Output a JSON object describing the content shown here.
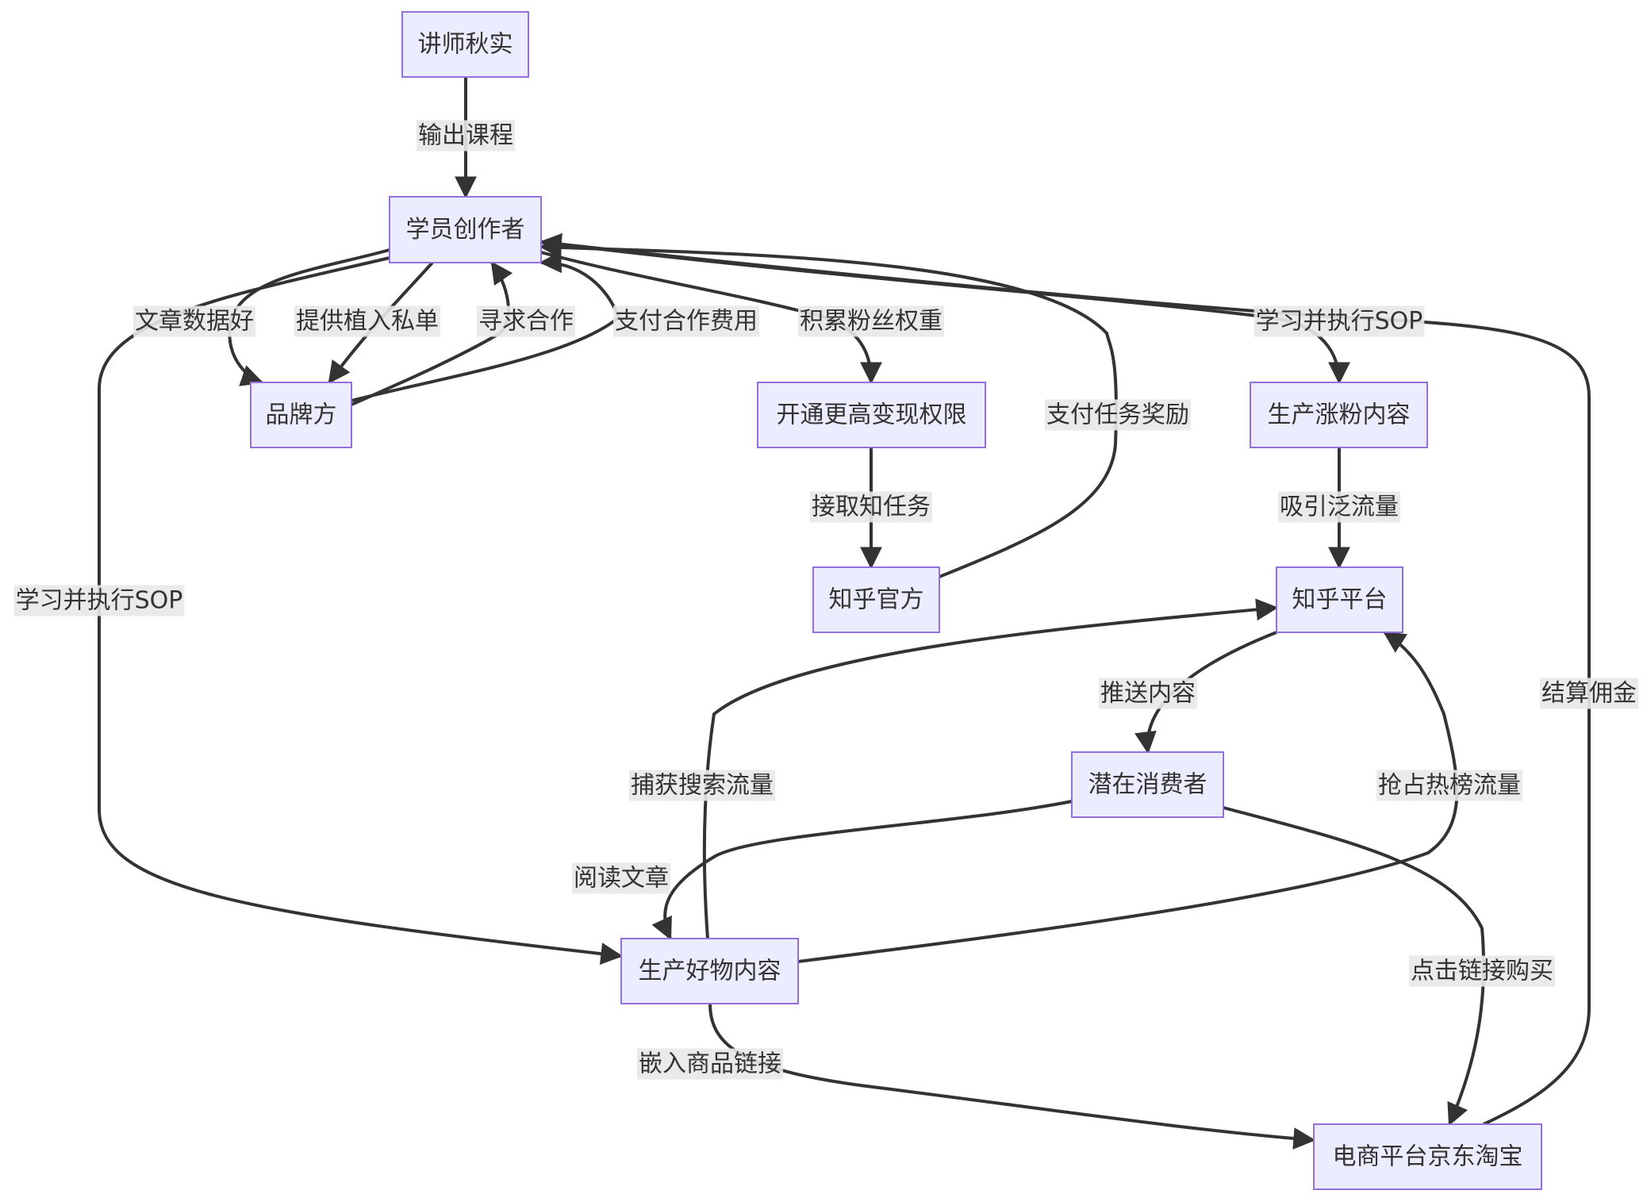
{
  "nodes": [
    {
      "id": "lecturer",
      "label": "讲师秋实"
    },
    {
      "id": "creator",
      "label": "学员创作者"
    },
    {
      "id": "brand",
      "label": "品牌方"
    },
    {
      "id": "monetize",
      "label": "开通更高变现权限"
    },
    {
      "id": "zhihu_official",
      "label": "知乎官方"
    },
    {
      "id": "fan_content",
      "label": "生产涨粉内容"
    },
    {
      "id": "zhihu_platform",
      "label": "知乎平台"
    },
    {
      "id": "consumer",
      "label": "潜在消费者"
    },
    {
      "id": "goods_content",
      "label": "生产好物内容"
    },
    {
      "id": "ecommerce",
      "label": "电商平台京东淘宝"
    }
  ],
  "edges": [
    {
      "id": "e1",
      "from": "lecturer",
      "to": "creator",
      "label": "输出课程"
    },
    {
      "id": "e2",
      "from": "creator",
      "to": "brand",
      "label": "文章数据好"
    },
    {
      "id": "e3",
      "from": "creator",
      "to": "brand",
      "label": "提供植入私单"
    },
    {
      "id": "e4",
      "from": "brand",
      "to": "creator",
      "label": "寻求合作"
    },
    {
      "id": "e5",
      "from": "brand",
      "to": "creator",
      "label": "支付合作费用"
    },
    {
      "id": "e6",
      "from": "creator",
      "to": "monetize",
      "label": "积累粉丝权重"
    },
    {
      "id": "e7",
      "from": "monetize",
      "to": "zhihu_official",
      "label": "接取知任务"
    },
    {
      "id": "e8",
      "from": "zhihu_official",
      "to": "creator",
      "label": "支付任务奖励"
    },
    {
      "id": "e9",
      "from": "creator",
      "to": "fan_content",
      "label": "学习并执行SOP"
    },
    {
      "id": "e10",
      "from": "fan_content",
      "to": "zhihu_platform",
      "label": "吸引泛流量"
    },
    {
      "id": "e11",
      "from": "creator",
      "to": "goods_content",
      "label": "学习并执行SOP"
    },
    {
      "id": "e12",
      "from": "zhihu_platform",
      "to": "consumer",
      "label": "推送内容"
    },
    {
      "id": "e13",
      "from": "goods_content",
      "to": "zhihu_platform",
      "label": "捕获搜索流量"
    },
    {
      "id": "e14",
      "from": "goods_content",
      "to": "zhihu_platform",
      "label": "抢占热榜流量"
    },
    {
      "id": "e15",
      "from": "consumer",
      "to": "goods_content",
      "label": "阅读文章"
    },
    {
      "id": "e16",
      "from": "consumer",
      "to": "ecommerce",
      "label": "点击链接购买"
    },
    {
      "id": "e17",
      "from": "goods_content",
      "to": "ecommerce",
      "label": "嵌入商品链接"
    },
    {
      "id": "e18",
      "from": "ecommerce",
      "to": "creator",
      "label": "结算佣金"
    }
  ],
  "colors": {
    "node_fill": "#ECECFF",
    "node_stroke": "#9370DB",
    "edge": "#333333",
    "label_bg": "#E8E8E8",
    "text": "#333333"
  }
}
